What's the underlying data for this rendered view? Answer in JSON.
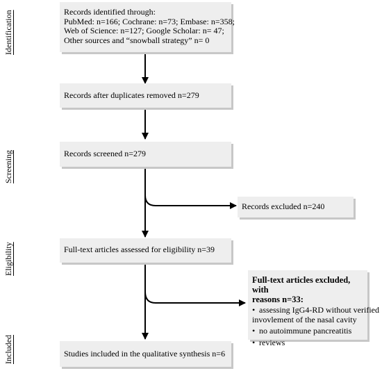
{
  "phases": {
    "identification": "Identification",
    "screening": "Screening",
    "eligibility": "Eligibility",
    "included": "Included"
  },
  "boxes": {
    "identified": {
      "lines": [
        "Records identified through:",
        "PubMed: n=166; Cochrane: n=73; Embase: n=358;",
        "Web of Science: n=127; Google Scholar: n= 47;",
        "Other sources and “snowball strategy” n= 0"
      ]
    },
    "duplicates_removed": "Records after duplicates removed n=279",
    "screened": "Records screened n=279",
    "excluded": "Records excluded n=240",
    "fulltext_assessed": "Full-text articles assessed for eligibility n=39",
    "fulltext_excluded": {
      "heading_line1": "Full-text articles excluded, with",
      "heading_line2": "reasons n=33:",
      "reasons": [
        [
          "assessing IgG4-RD without verified",
          "invovlement of the nasal cavity"
        ],
        [
          "no autoimmune pancreatitis"
        ],
        [
          "reviews"
        ]
      ]
    },
    "included": "Studies included in the qualitative synthesis n=6"
  },
  "colors": {
    "box_fill": "#eeeeee",
    "box_shadow": "#c7c7c7",
    "line": "#000000"
  }
}
